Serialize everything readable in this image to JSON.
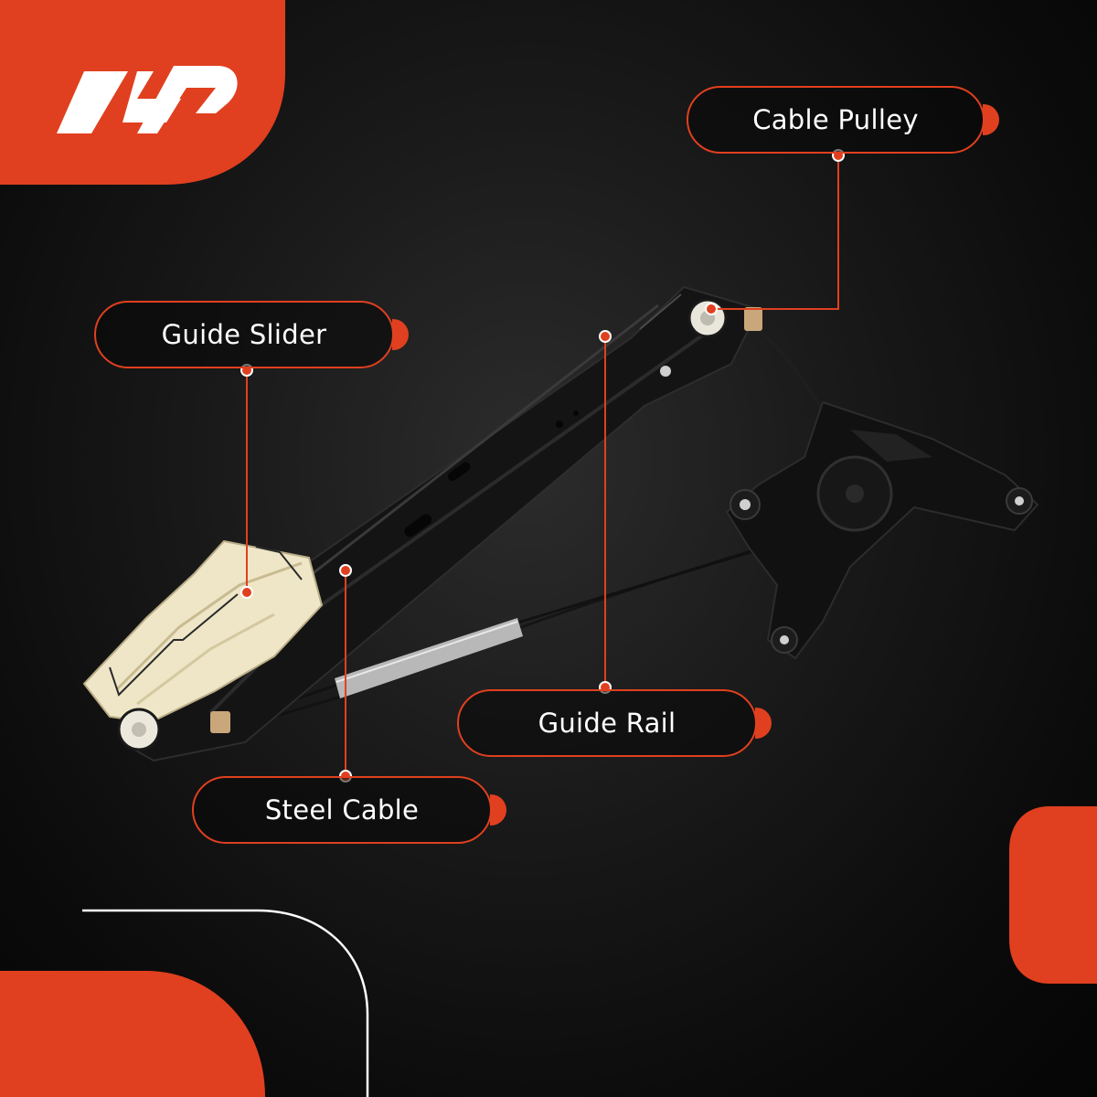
{
  "brand": {
    "logo_text": "A-P",
    "accent_color": "#e0401f",
    "background_color": "#0d0d0d"
  },
  "product": {
    "icon": "window-regulator-assembly"
  },
  "callouts": [
    {
      "id": "cable-pulley",
      "label": "Cable Pulley"
    },
    {
      "id": "guide-slider",
      "label": "Guide Slider"
    },
    {
      "id": "guide-rail",
      "label": "Guide Rail"
    },
    {
      "id": "steel-cable",
      "label": "Steel Cable"
    }
  ]
}
